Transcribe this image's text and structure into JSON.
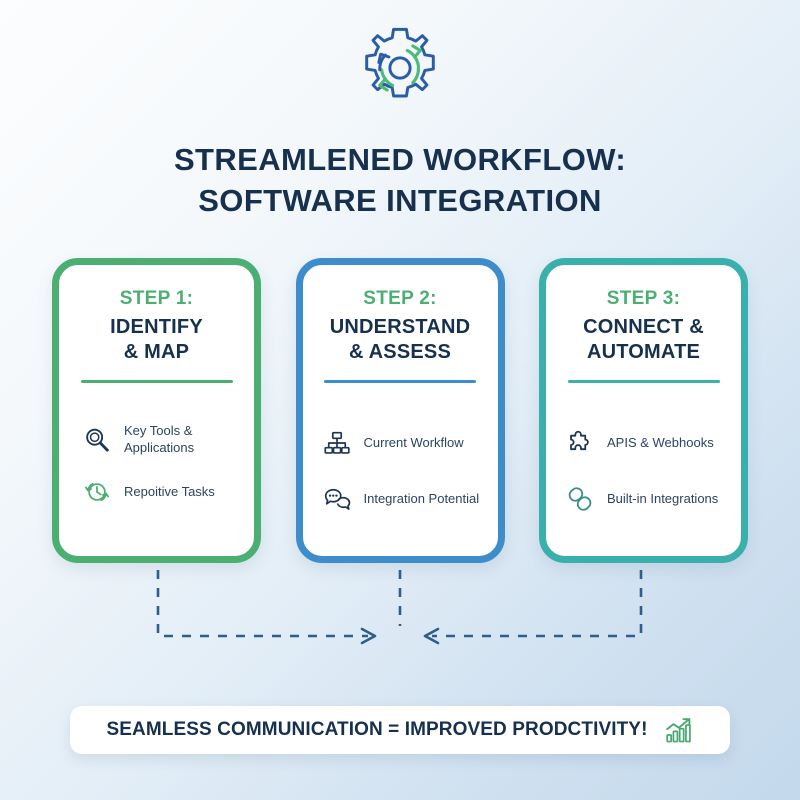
{
  "header": {
    "icon": "gear-refresh-icon",
    "title_line1": "STREAMLENED WORKFLOW:",
    "title_line2": "SOFTWARE INTEGRATION"
  },
  "colors": {
    "navy": "#16304d",
    "green": "#4caf72",
    "blue": "#3d8ccc",
    "teal": "#39b0ac",
    "card_bg": "#ffffff",
    "connector": "#2f5d8c"
  },
  "cards": [
    {
      "step_label": "STEP 1:",
      "title_line1": "IDENTIFY",
      "title_line2": "& MAP",
      "accent": "#4caf72",
      "items": [
        {
          "icon": "magnifier-icon",
          "icon_color": "#1c3553",
          "text_line1": "Key Tools &",
          "text_line2": "Applications"
        },
        {
          "icon": "clock-refresh-icon",
          "icon_color": "#4caf72",
          "text_line1": "Repoitive Tasks",
          "text_line2": ""
        }
      ]
    },
    {
      "step_label": "STEP 2:",
      "title_line1": "UNDERSTAND",
      "title_line2": "& ASSESS",
      "accent": "#3d8ccc",
      "items": [
        {
          "icon": "org-chart-icon",
          "icon_color": "#1c3553",
          "text_line1": "Current Workflow",
          "text_line2": ""
        },
        {
          "icon": "chat-bubbles-icon",
          "icon_color": "#1c3553",
          "text_line1": "Integration Potential",
          "text_line2": ""
        }
      ]
    },
    {
      "step_label": "STEP 3:",
      "title_line1": "CONNECT &",
      "title_line2": "AUTOMATE",
      "accent": "#39b0ac",
      "items": [
        {
          "icon": "puzzle-piece-icon",
          "icon_color": "#1c3553",
          "text_line1": "APIS & Webhooks",
          "text_line2": ""
        },
        {
          "icon": "chain-link-icon",
          "icon_color": "#3d8f87",
          "text_line1": "Built-in Integrations",
          "text_line2": ""
        }
      ]
    }
  ],
  "connectors": {
    "left_arrow_direction": "right",
    "right_arrow_direction": "left",
    "middle_stub": "dashed-down"
  },
  "banner": {
    "text": "SEAMLESS COMMUNICATION = IMPROVED PRODCTIVITY!",
    "icon": "growth-chart-icon"
  }
}
